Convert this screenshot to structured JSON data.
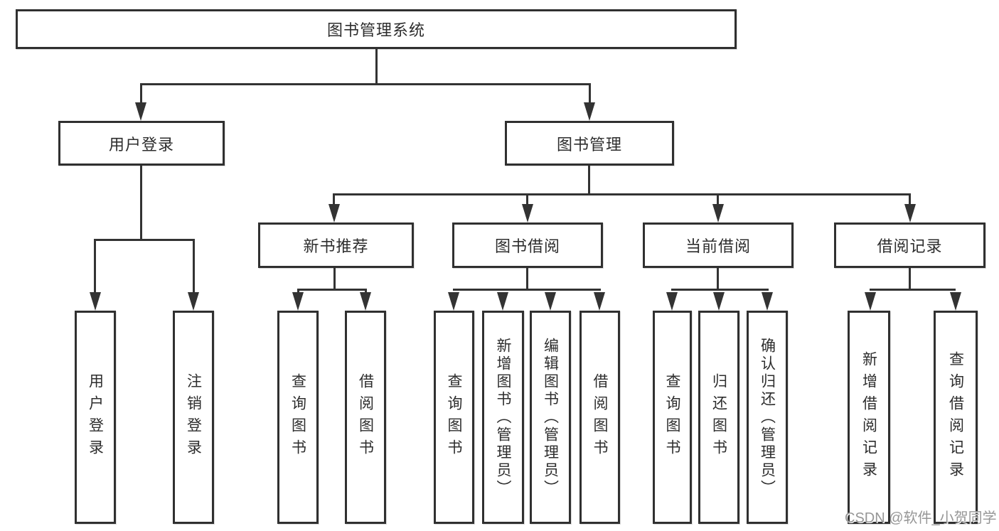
{
  "diagram": {
    "type": "hierarchy-flowchart",
    "root": {
      "label": "图书管理系统",
      "children": [
        {
          "label": "用户登录",
          "children": [
            {
              "label": "用户登录"
            },
            {
              "label": "注销登录"
            }
          ]
        },
        {
          "label": "图书管理",
          "children": [
            {
              "label": "新书推荐",
              "children": [
                {
                  "label": "查询图书"
                },
                {
                  "label": "借阅图书"
                }
              ]
            },
            {
              "label": "图书借阅",
              "children": [
                {
                  "label": "查询图书"
                },
                {
                  "label": "新增图书（管理员）"
                },
                {
                  "label": "编辑图书（管理员）"
                },
                {
                  "label": "借阅图书"
                }
              ]
            },
            {
              "label": "当前借阅",
              "children": [
                {
                  "label": "查询图书"
                },
                {
                  "label": "归还图书"
                },
                {
                  "label": "确认归还（管理员）"
                }
              ]
            },
            {
              "label": "借阅记录",
              "children": [
                {
                  "label": "新增借阅记录"
                },
                {
                  "label": "查询借阅记录"
                }
              ]
            }
          ]
        }
      ]
    }
  },
  "watermark": {
    "text": "CSDN @软件_小贺同学"
  },
  "colors": {
    "background": "#ffffff",
    "line": "#333333",
    "box_border": "#303030",
    "text": "#2d2d2d",
    "watermark": "#969696"
  }
}
